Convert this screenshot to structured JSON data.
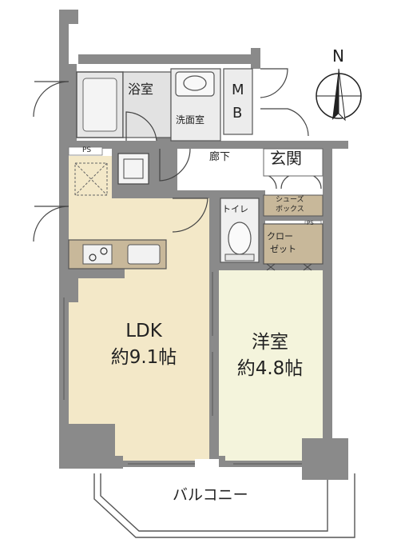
{
  "compass": {
    "north_label": "N"
  },
  "rooms": {
    "ldk": {
      "name": "LDK",
      "size": "約9.1帖"
    },
    "western": {
      "name": "洋室",
      "size": "約4.8帖"
    },
    "bath": {
      "name": "浴室"
    },
    "washroom": {
      "name": "洗面室"
    },
    "mb": {
      "top": "M",
      "bottom": "B"
    },
    "hallway": {
      "name": "廊下"
    },
    "entrance": {
      "name": "玄関"
    },
    "shoe_box": {
      "line1": "シューズ",
      "line2": "ボックス"
    },
    "toilet": {
      "name": "トイレ"
    },
    "closet": {
      "line1": "クロー",
      "line2": "ゼット"
    },
    "balcony": {
      "name": "バルコニー"
    }
  },
  "markers": {
    "ps_left": "PS",
    "ps_right": "PS"
  },
  "colors": {
    "wall": "#8a8a8a",
    "ldk_floor": "#f3e8c8",
    "western_floor": "#f4f4dc",
    "fixture": "#c8b89a"
  }
}
